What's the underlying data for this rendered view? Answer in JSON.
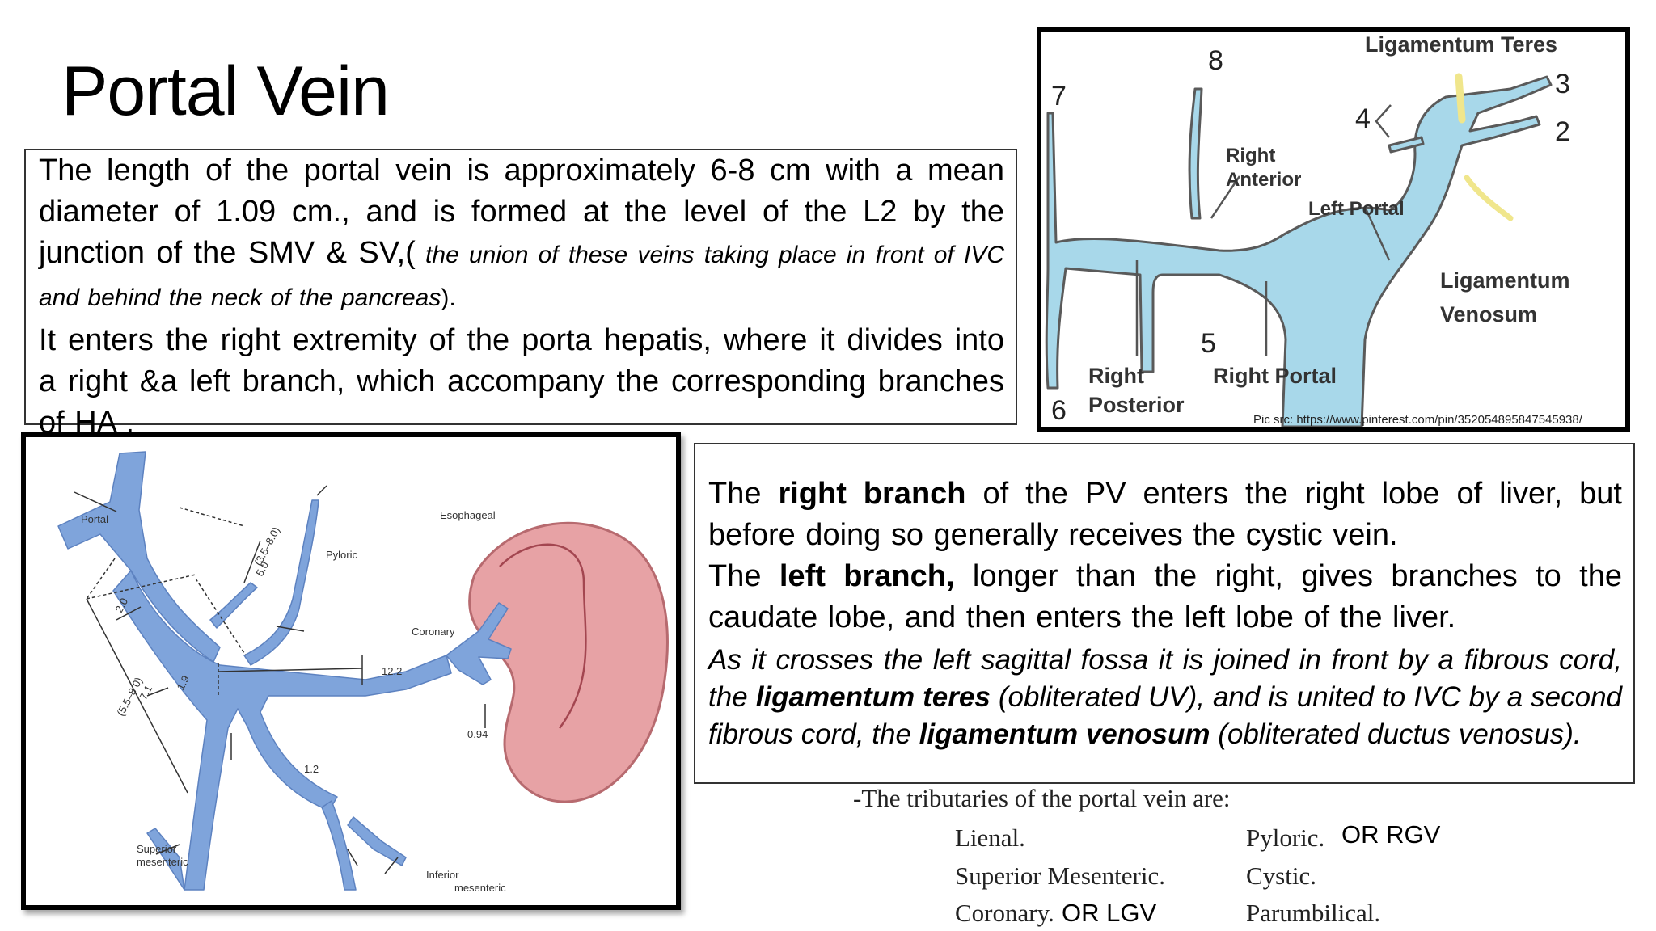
{
  "slide": {
    "title": "Portal Vein",
    "intro": {
      "p1_a": "The length of the portal vein is approximately 6-8 cm with a mean diameter of 1.09 cm., and is formed at the level of the L2 by the junction of the SMV & SV,(",
      "p1_italic": " the union of these veins taking place in front of IVC and behind the neck of the pancreas",
      "p1_end": ").",
      "p2": "It enters the right extremity of the porta hepatis, where it divides into a right &a left branch, which accompany the corresponding branches of HA ."
    },
    "diagram_a": {
      "labels": {
        "n7": "7",
        "n8": "8",
        "n4": "4",
        "n3": "3",
        "n2": "2",
        "n5": "5",
        "n6": "6",
        "lig_teres": "Ligamentum Teres",
        "right_anterior_1": "Right",
        "right_anterior_2": "Anterior",
        "left_portal": "Left Portal",
        "lig_venosum_1": "Ligamentum",
        "lig_venosum_2": "Venosum",
        "right_posterior_1": "Right",
        "right_posterior_2": "Posterior",
        "right_portal": "Right Portal",
        "pic_src": "Pic src: https://www.pinterest.com/pin/352054895847545938/"
      }
    },
    "diagram_b": {
      "labels": {
        "portal": "Portal",
        "esophageal": "Esophageal",
        "pyloric": "Pyloric",
        "coronary": "Coronary",
        "d_3_5_8": "(3.5–8.0)",
        "d_5_0": "5.0",
        "d_2_0": "2.0",
        "d_1_9": "1.9",
        "d_7_1": "7.1",
        "d_5_5_8": "(5.5–8.0)",
        "d_12_2": "12.2",
        "d_1_2": "1.2",
        "d_0_94": "0.94",
        "sup_mes_1": "Superior",
        "sup_mes_2": "mesenteric",
        "inf_mes_1": "Inferior",
        "inf_mes_2": "mesenteric"
      }
    },
    "branches": {
      "p1_a": "The ",
      "p1_b": "right branch",
      "p1_c": " of the PV enters the right lobe of liver, but before doing so generally receives the cystic vein.",
      "p2_a": "The ",
      "p2_b": "left branch,",
      "p2_c": " longer than the right, gives branches to the caudate lobe, and then enters the left lobe of the liver.",
      "p3_a": "As it crosses the left sagittal fossa it is joined in front by a fibrous cord, the ",
      "p3_b": "ligamentum teres",
      "p3_c": " (obliterated UV), and is united to IVC by a second fibrous cord, the ",
      "p3_d": "ligamentum venosum",
      "p3_e": " (obliterated ductus venosus)."
    },
    "tributaries": {
      "heading": "-The tributaries of the portal vein are:",
      "left": [
        "Lienal.",
        "Superior Mesenteric.",
        "Coronary."
      ],
      "right": [
        "Pyloric.",
        "Cystic.",
        "Parumbilical."
      ],
      "notes": {
        "pyloric": "OR RGV",
        "coronary": "OR LGV"
      }
    }
  }
}
